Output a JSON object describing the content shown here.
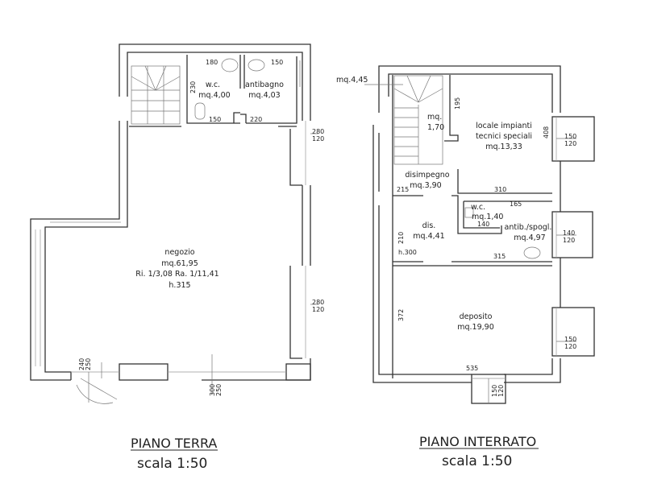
{
  "ground_floor": {
    "title": "PIANO TERRA",
    "scale": "scala 1:50",
    "rooms": {
      "wc": {
        "name": "w.c.",
        "area": "mq.4,00"
      },
      "antibagno": {
        "name": "antibagno",
        "area": "mq.4,03"
      },
      "negozio": {
        "name": "negozio",
        "area": "mq.61,95",
        "ratios": "Ri. 1/3,08 Ra. 1/11,41",
        "height": "h.315"
      }
    },
    "dimensions": {
      "wc_top": "180",
      "wc_side": "230",
      "wc_bottom": "150",
      "anti_top": "150",
      "anti_bottom": "220",
      "win_right_top_a": "280",
      "win_right_top_b": "120",
      "win_right_mid_a": "280",
      "win_right_mid_b": "120",
      "door_a": "240",
      "door_b": "250",
      "shop_window_a": "300",
      "shop_window_b": "250"
    }
  },
  "basement": {
    "title": "PIANO INTERRATO",
    "scale": "scala 1:50",
    "rooms": {
      "stair_area": {
        "area": "mq.4,45"
      },
      "closet": {
        "name": "mq.",
        "area": "1,70"
      },
      "locale": {
        "name1": "locale impianti",
        "name2": "tecnici speciali",
        "area": "mq.13,33"
      },
      "disimpegno": {
        "name": "disimpegno",
        "area": "mq.3,90"
      },
      "wc": {
        "name": "w.c.",
        "area": "mq.1,40"
      },
      "dis": {
        "name": "dis.",
        "area": "mq.4,41",
        "height": "h.300"
      },
      "antib": {
        "name": "antib./spogl.",
        "area": "mq.4,97"
      },
      "deposito": {
        "name": "deposito",
        "area": "mq.19,90"
      }
    },
    "dimensions": {
      "d195": "195",
      "d408": "408",
      "d215": "215",
      "d310": "310",
      "d165": "165",
      "d140": "140",
      "d210": "210",
      "d315": "315",
      "d372": "372",
      "d535": "535",
      "lw1_a": "150",
      "lw1_b": "120",
      "lw2_a": "140",
      "lw2_b": "120",
      "lw3_a": "150",
      "lw3_b": "120",
      "lw4_a": "150",
      "lw4_b": "120"
    }
  }
}
